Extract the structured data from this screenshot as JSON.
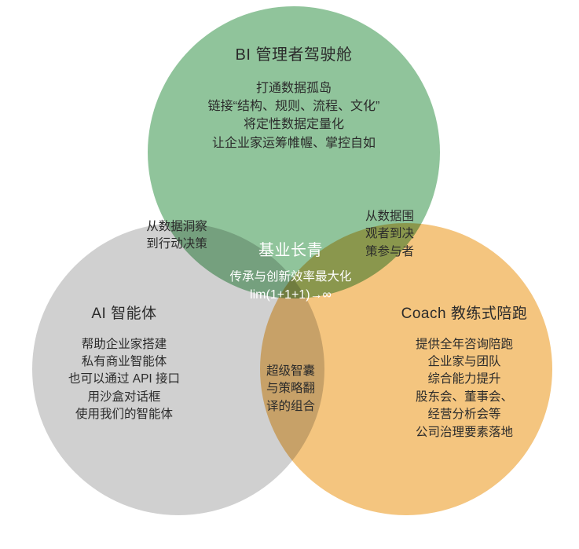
{
  "diagram": {
    "type": "venn-3",
    "background_color": "#ffffff",
    "colors": {
      "top_circle": "#90c49b",
      "left_circle": "#d0d0d0",
      "right_circle": "#f4c57f",
      "top_left_overlap": "#7fad8a",
      "top_right_overlap": "#a3b97a",
      "bottom_overlap": "#c9b091",
      "center_overlap": "#74a45f",
      "body_text": "#2b2b2b",
      "center_text": "#ffffff"
    },
    "top": {
      "title": "BI 管理者驾驶舱",
      "lines": [
        "打通数据孤岛",
        "链接“结构、规则、流程、文化”",
        "将定性数据定量化",
        "让企业家运筹帷幄、掌控自如"
      ]
    },
    "left": {
      "title": "AI 智能体",
      "lines": [
        "帮助企业家搭建",
        "私有商业智能体",
        "也可以通过 API 接口",
        "用沙盒对话框",
        "使用我们的智能体"
      ]
    },
    "right": {
      "title": "Coach 教练式陪跑",
      "lines": [
        "提供全年咨询陪跑",
        "企业家与团队",
        "综合能力提升",
        "股东会、董事会、",
        "经营分析会等",
        "公司治理要素落地"
      ]
    },
    "top_left_overlap": {
      "lines": [
        "从数据洞察",
        "到行动决策"
      ]
    },
    "top_right_overlap": {
      "lines": [
        "从数据围",
        "观者到决",
        "策参与者"
      ]
    },
    "bottom_overlap": {
      "lines": [
        "超级智囊",
        "与策略翻",
        "译的组合"
      ]
    },
    "center": {
      "title": "基业长青",
      "lines": [
        "传承与创新效率最大化"
      ],
      "formula": "lim(1+1+1)→∞"
    }
  }
}
